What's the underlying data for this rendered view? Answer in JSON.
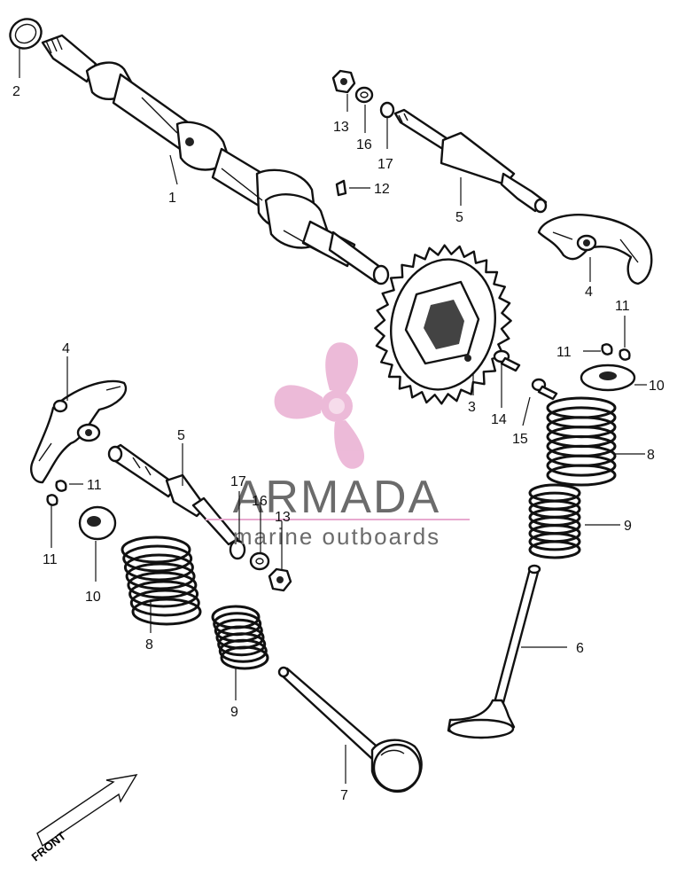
{
  "watermark": {
    "brand": "ARMADA",
    "tagline": "marine outboards",
    "brand_color": "#6b6b6b",
    "logo_color": "#e8a9cf"
  },
  "front_label": "FRONT",
  "callouts": [
    {
      "id": "c2",
      "label": "2"
    },
    {
      "id": "c1",
      "label": "1"
    },
    {
      "id": "c13a",
      "label": "13"
    },
    {
      "id": "c16a",
      "label": "16"
    },
    {
      "id": "c17a",
      "label": "17"
    },
    {
      "id": "c12",
      "label": "12"
    },
    {
      "id": "c5a",
      "label": "5"
    },
    {
      "id": "c4a",
      "label": "4"
    },
    {
      "id": "c11a",
      "label": "11"
    },
    {
      "id": "c11b",
      "label": "11"
    },
    {
      "id": "c10a",
      "label": "10"
    },
    {
      "id": "c3",
      "label": "3"
    },
    {
      "id": "c14",
      "label": "14"
    },
    {
      "id": "c15",
      "label": "15"
    },
    {
      "id": "c8a",
      "label": "8"
    },
    {
      "id": "c9a",
      "label": "9"
    },
    {
      "id": "c6",
      "label": "6"
    },
    {
      "id": "c4b",
      "label": "4"
    },
    {
      "id": "c5b",
      "label": "5"
    },
    {
      "id": "c11c",
      "label": "11"
    },
    {
      "id": "c11d",
      "label": "11"
    },
    {
      "id": "c17b",
      "label": "17"
    },
    {
      "id": "c16b",
      "label": "16"
    },
    {
      "id": "c13b",
      "label": "13"
    },
    {
      "id": "c10b",
      "label": "10"
    },
    {
      "id": "c8b",
      "label": "8"
    },
    {
      "id": "c9b",
      "label": "9"
    },
    {
      "id": "c7",
      "label": "7"
    }
  ]
}
